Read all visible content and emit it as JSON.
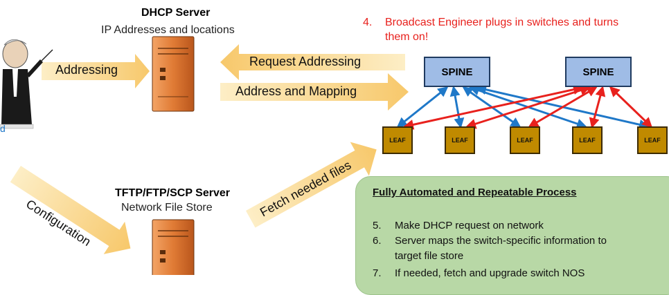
{
  "dhcp_server": {
    "title": "DHCP Server",
    "subtitle": "IP Addresses and locations"
  },
  "tftp_server": {
    "title": "TFTP/FTP/SCP Server",
    "subtitle": "Network File Store"
  },
  "arrows": {
    "addressing": "Addressing",
    "request_addressing": "Request Addressing",
    "address_and_mapping": "Address and Mapping",
    "configuration": "Configuration",
    "fetch_needed_files": "Fetch needed files"
  },
  "step4": {
    "number": "4.",
    "line1": "Broadcast Engineer plugs in switches and turns",
    "line2": "them on!"
  },
  "spines": [
    "SPINE",
    "SPINE"
  ],
  "leaves": [
    "LEAF",
    "LEAF",
    "LEAF",
    "LEAF",
    "LEAF"
  ],
  "process_box": {
    "title": "Fully Automated and Repeatable Process",
    "steps": [
      {
        "number": "5.",
        "text": "Make DHCP request on network"
      },
      {
        "number": "6.",
        "text": "Server maps the switch-specific information to"
      },
      {
        "number": "",
        "text": "target file store"
      },
      {
        "number": "7.",
        "text": "If needed, fetch and upgrade switch NOS"
      }
    ]
  },
  "partial_label": "d",
  "colors": {
    "spine_fill": "#9fbce6",
    "leaf_fill": "#c08a00",
    "blue_link": "#1f78c8",
    "red_link": "#e8211d",
    "arrow_fill": "#fbd68a",
    "process_box_fill": "#b8d8a6",
    "step4_text": "#e8211d"
  }
}
